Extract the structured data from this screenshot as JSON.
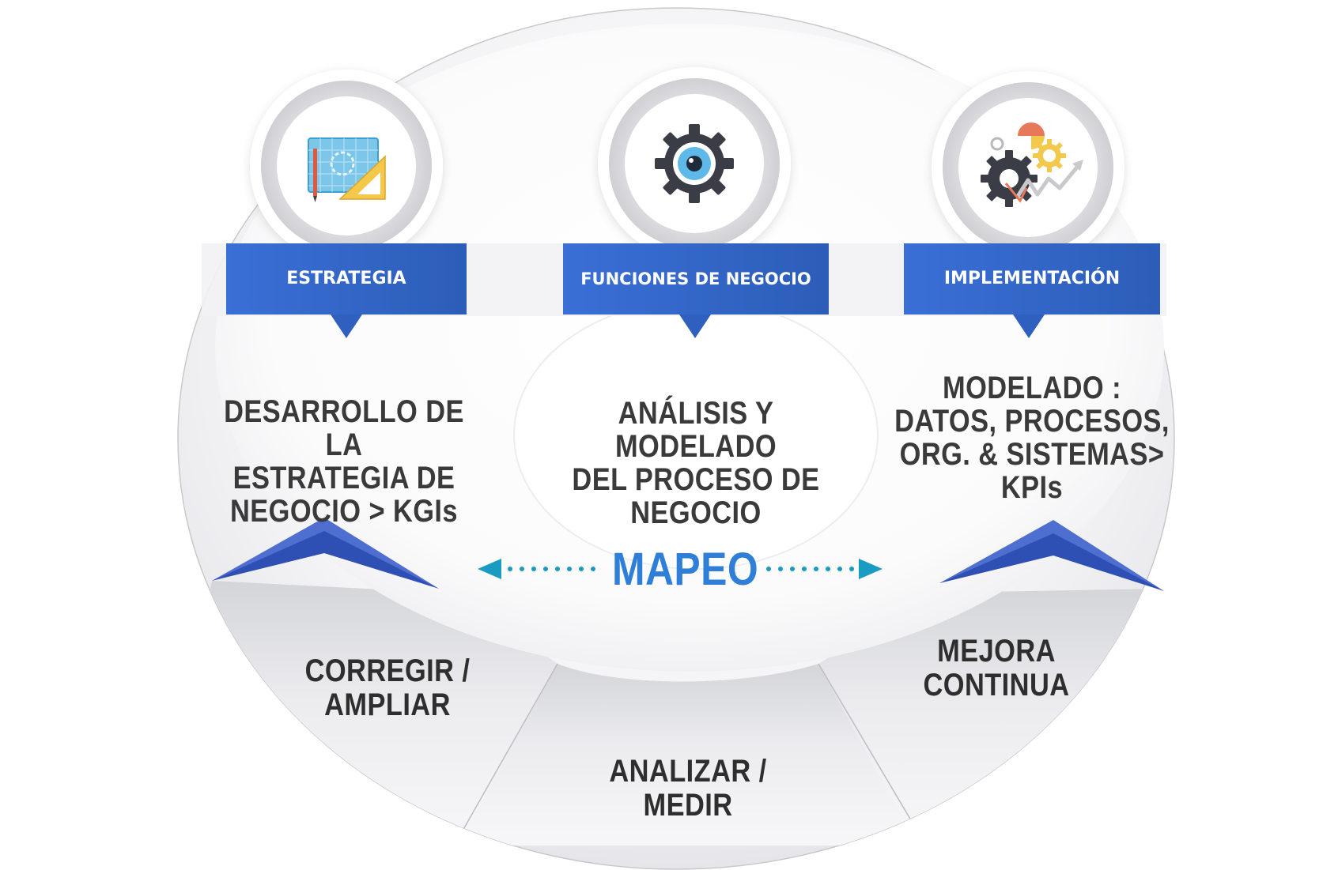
{
  "stages": [
    {
      "label": "ESTRATEGIA",
      "description": "DESARROLLO DE LA ESTRATEGIA DE NEGOCIO > KGIs",
      "lines": [
        "DESARROLLO DE LA",
        "ESTRATEGIA DE",
        "NEGOCIO > KGIs"
      ],
      "icon": "blueprint-icon"
    },
    {
      "label": "FUNCIONES DE NEGOCIO",
      "description": "ANÁLISIS Y MODELADO DEL PROCESO DE NEGOCIO",
      "lines": [
        "ANÁLISIS Y MODELADO",
        "DEL PROCESO DE NEGOCIO"
      ],
      "icon": "gear-eye-icon"
    },
    {
      "label": "IMPLEMENTACIÓN",
      "description": "MODELADO : DATOS, PROCESOS, ORG. & SISTEMAS> KPIs",
      "lines": [
        "MODELADO :",
        "DATOS, PROCESOS,",
        "ORG. & SISTEMAS> KPIs"
      ],
      "icon": "gears-chart-icon"
    }
  ],
  "center": {
    "label": "MAPEO"
  },
  "cycle": [
    {
      "lines": [
        "CORREGIR /",
        "AMPLIAR"
      ]
    },
    {
      "lines": [
        "ANALIZAR / MEDIR"
      ]
    },
    {
      "lines": [
        "MEJORA",
        "CONTINUA"
      ]
    }
  ],
  "colors": {
    "label_blue": "#3a6fd2",
    "label_blue_dark": "#2a55b0",
    "accent_blue": "#2f7fd8",
    "arrow_teal": "#1a9cc2",
    "text_dark": "#3a3a3a"
  }
}
